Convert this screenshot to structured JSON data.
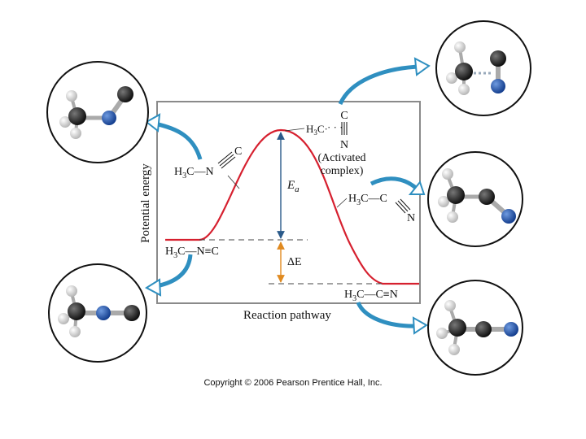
{
  "diagram": {
    "ylabel": "Potential energy",
    "xlabel": "Reaction pathway",
    "ea_label": "E",
    "ea_sub": "a",
    "de_label": "ΔE",
    "activated_complex": [
      "(Activated",
      "complex)"
    ],
    "activated_sub": "3",
    "structures": {
      "reactant_line": {
        "h": "H",
        "sub": "3",
        "rest": "C—N≡C"
      },
      "product_line": {
        "h": "H",
        "sub": "3",
        "rest": "C—C≡N"
      },
      "reactant_bent": {
        "h": "H",
        "sub": "3",
        "rest": "C—N"
      },
      "product_bent": {
        "h": "H",
        "sub": "3",
        "rest": "C—C"
      },
      "top_c": "C",
      "top_n": "N",
      "bent_c": "C",
      "bent_n": "N",
      "ts_h": "H",
      "ts_rest": "C·"
    },
    "colors": {
      "curve": "#d6202f",
      "ea_arrow": "#2a5a8a",
      "de_arrow": "#e08a20",
      "callout_arrow": "#2f8fc0",
      "carbon": "#1a1a1a",
      "nitrogen": "#1f4fa8",
      "hydrogen": "#e8e8e8"
    }
  },
  "copyright": "Copyright © 2006 Pearson Prentice Hall, Inc."
}
